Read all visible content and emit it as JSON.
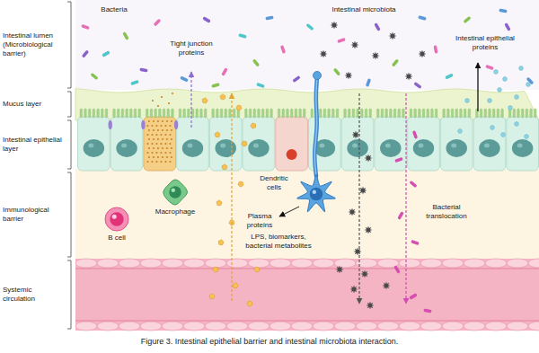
{
  "diagram": {
    "caption": "Figure 3. Intestinal epithelial barrier and intestinal microbiota interaction.",
    "nodes": [
      {
        "text": [
          "Intestinal lumen (Microbiological barrier)"
        ]
      },
      {
        "text": [
          "Mucus layer"
        ]
      },
      {
        "text": [
          "Intestinal epithelial layer"
        ]
      },
      {
        "text": [
          "Immunological barrier"
        ]
      },
      {
        "text": [
          "Systemic circulation"
        ]
      },
      {
        "text": [
          "Macrophage"
        ],
        "in": 3
      },
      {
        "text": [
          "Dendritic cells"
        ],
        "in": 3
      },
      {
        "text": [
          "B cell"
        ],
        "in": 3
      }
    ],
    "labels": [
      "Bacteria",
      "Intestinal microbiota",
      "Tight junction proteins",
      "Intestinal epithelial proteins",
      "Plasma proteins",
      "LPS, biomarkers, bacterial metabolites",
      "Bacterial translocation"
    ]
  }
}
